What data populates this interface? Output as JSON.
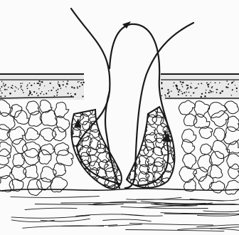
{
  "figure": {
    "background": "#fbfbfb",
    "ink": "#1a1a1a",
    "layers": [
      "dotted-surface-band",
      "lobulated-fat-layer",
      "fibrous-base-layer"
    ],
    "icons": [
      "arrow-head-icon"
    ]
  }
}
